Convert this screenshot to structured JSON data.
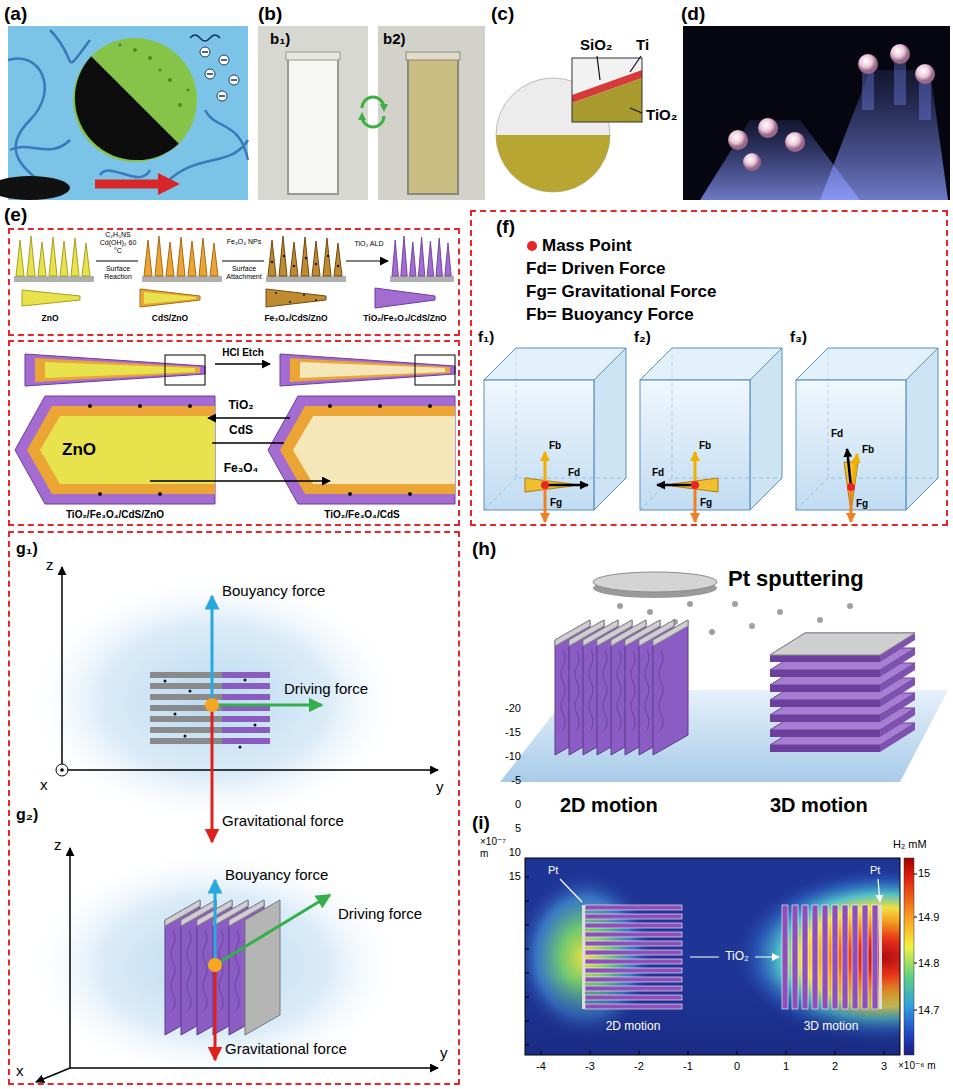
{
  "diagram": {
    "nodes": [
      {
        "text": [
          "C₂H₅NS Cd(OH)₂ 60 °C",
          "Surface Reaction",
          "Fe₃O₄ NPs",
          "Surface Attachment",
          "TiO₂ ALD",
          "ZnO",
          "CdS/ZnO",
          "Fe₃O₄/CdS/ZnO",
          "TiO₂/Fe₃O₄/CdS/ZnO"
        ]
      },
      {
        "text": [
          "HCl Etch",
          "TiO₂",
          "CdS",
          "ZnO",
          "Fe₃O₄",
          "TiO₂/Fe₃O₄/CdS/ZnO",
          "TiO₂/Fe₃O₄/CdS"
        ]
      },
      {
        "text": [
          "(f)",
          "Mass Point",
          "Fd= Driven Force",
          "Fg= Gravitational Force",
          "Fb= Buoyancy Force"
        ]
      },
      {
        "text": [
          "f₁)",
          "Fb",
          "Fd",
          "Fg"
        ],
        "in": 2
      },
      {
        "text": [
          "f₂)",
          "Fb",
          "Fd",
          "Fg"
        ],
        "in": 2
      },
      {
        "text": [
          "f₃)",
          "Fd",
          "Fb",
          "Fg"
        ],
        "in": 2
      },
      {
        "text": [
          "g₁)",
          "z",
          "y",
          "x",
          "Bouyancy force",
          "Driving force",
          "Gravitational force",
          "g₂)",
          "z",
          "x",
          "y",
          "Bouyancy force",
          "Driving force",
          "Gravitational force"
        ]
      }
    ],
    "labels": [
      "(a)",
      "(b)",
      "b₁)",
      "b2)",
      "(c)",
      "SiO₂",
      "Ti",
      "TiO₂",
      "(d)",
      "(e)",
      "(h)",
      "Pt sputtering",
      "2D motion",
      "3D motion",
      "(i)",
      "×10⁻⁷",
      "m",
      "15",
      "10",
      "5",
      "0",
      "-5",
      "-10",
      "-15",
      "-20",
      "-4",
      "-3",
      "-2",
      "-1",
      "0",
      "1",
      "2",
      "3",
      "×10⁻⁶ m",
      "Pt",
      "Pt",
      "TiO₂",
      "2D motion",
      "3D motion",
      "H₂ mM",
      "15",
      "14.9",
      "14.8",
      "14.7"
    ]
  }
}
